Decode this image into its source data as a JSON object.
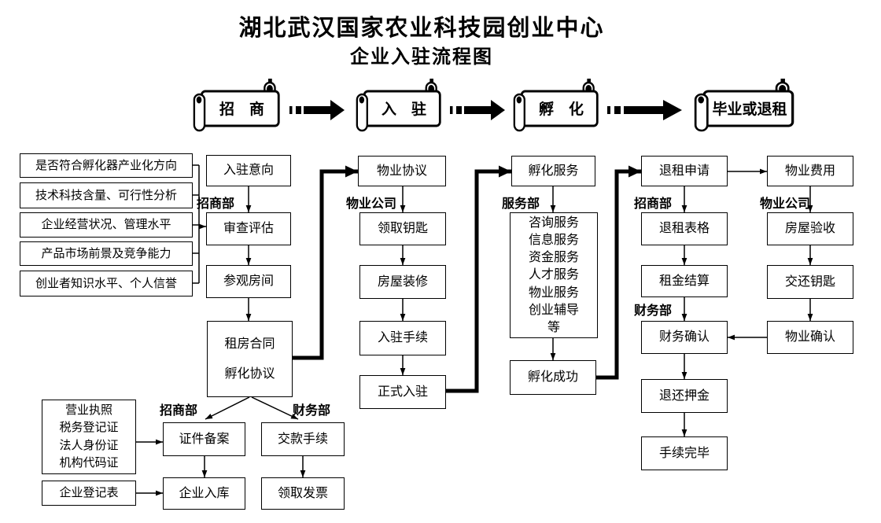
{
  "title": {
    "line1": "湖北武汉国家农业科技园创业中心",
    "line2": "企业入驻流程图"
  },
  "phases": {
    "attract": "招　商",
    "movein_phase": "入　驻",
    "incubate": "孵　化",
    "graduate": "毕业或退租"
  },
  "assessment_criteria": [
    "是否符合孵化器产业化方向",
    "技术科技含量、可行性分析",
    "企业经营状况、管理水平",
    "产品市场前景及竞争能力",
    "创业者知识水平、个人信誉"
  ],
  "attraction": {
    "dept": "招商部",
    "intent": "入驻意向",
    "review": "审查评估",
    "visit": "参观房间",
    "contract_line1": "租房合同",
    "contract_line2": "孵化协议"
  },
  "registration": {
    "dept_attraction": "招商部",
    "dept_finance": "财务部",
    "documents": [
      "营业执照",
      "税务登记证",
      "法人身份证",
      "机构代码证"
    ],
    "form": "企业登记表",
    "filing": "证件备案",
    "archive": "企业入库",
    "payment": "交款手续",
    "invoice": "领取发票"
  },
  "movein": {
    "dept": "物业公司",
    "agreement": "物业协议",
    "keys": "领取钥匙",
    "renovation": "房屋装修",
    "procedure": "入驻手续",
    "official": "正式入驻"
  },
  "incubation": {
    "dept": "服务部",
    "service": "孵化服务",
    "services": [
      "咨询服务",
      "信息服务",
      "资金服务",
      "人才服务",
      "物业服务",
      "创业辅导",
      "等"
    ],
    "success": "孵化成功"
  },
  "exit": {
    "dept_attraction": "招商部",
    "dept_finance": "财务部",
    "apply": "退租申请",
    "form": "退租表格",
    "rent_settlement": "租金结算",
    "finance_confirm": "财务确认",
    "deposit_refund": "退还押金",
    "complete": "手续完毕"
  },
  "property": {
    "dept": "物业公司",
    "fee": "物业费用",
    "inspection": "房屋验收",
    "return_keys": "交还钥匙",
    "confirm": "物业确认"
  }
}
